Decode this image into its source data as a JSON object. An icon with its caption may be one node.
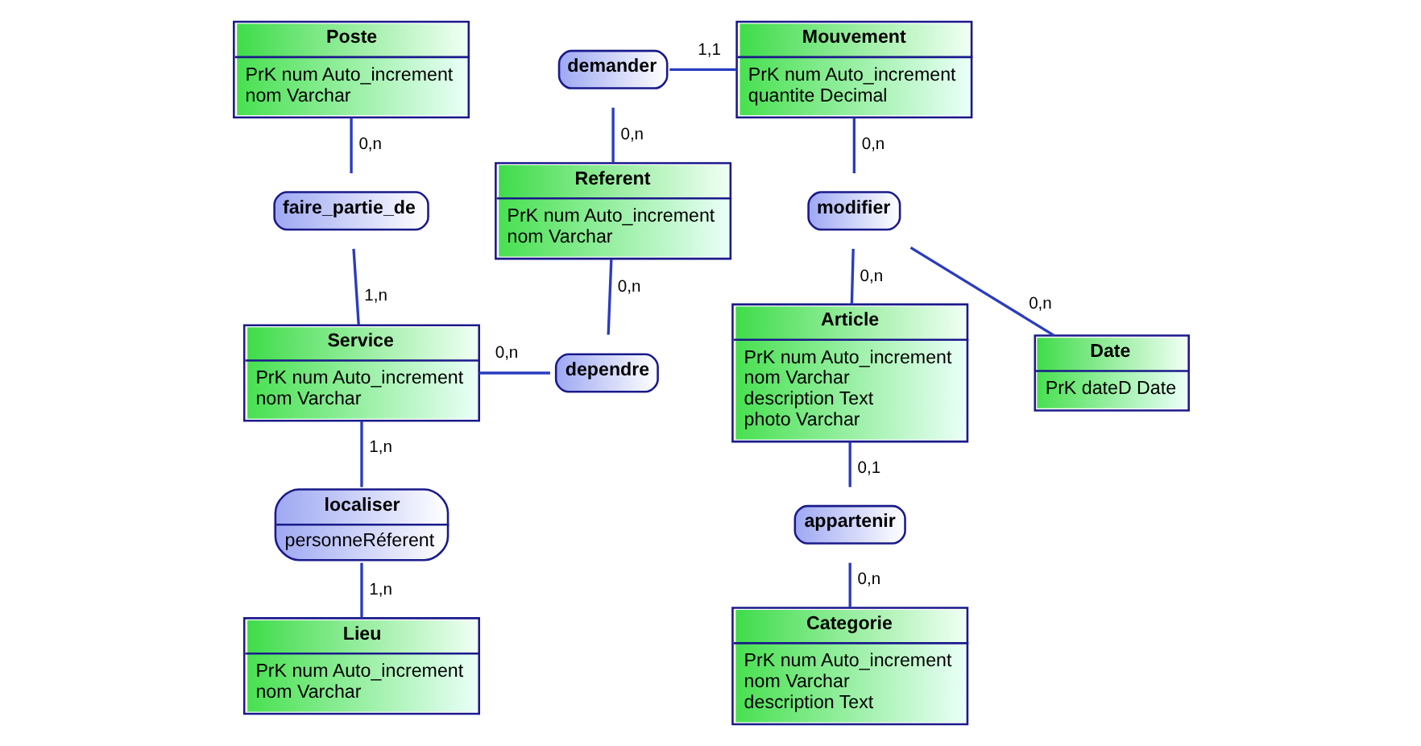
{
  "diagram": {
    "nodes": [
      {
        "text": [
          "Poste",
          "PrK num Auto_increment",
          "nom Varchar"
        ]
      },
      {
        "text": [
          "faire_partie_de"
        ]
      },
      {
        "text": [
          "Service",
          "PrK num Auto_increment",
          "nom Varchar"
        ]
      },
      {
        "text": [
          "localiser",
          "personneRéferent"
        ]
      },
      {
        "text": [
          "Lieu",
          "PrK num Auto_increment",
          "nom Varchar"
        ]
      },
      {
        "text": [
          "demander"
        ]
      },
      {
        "text": [
          "Referent",
          "PrK num Auto_increment",
          "nom Varchar"
        ]
      },
      {
        "text": [
          "dependre"
        ]
      },
      {
        "text": [
          "Mouvement",
          "PrK num Auto_increment",
          "quantite Decimal"
        ]
      },
      {
        "text": [
          "modifier"
        ]
      },
      {
        "text": [
          "Article",
          "PrK num Auto_increment",
          "nom Varchar",
          "description Text",
          "photo Varchar"
        ]
      },
      {
        "text": [
          "appartenir"
        ]
      },
      {
        "text": [
          "Categorie",
          "PrK num Auto_increment",
          "nom Varchar",
          "description Text"
        ]
      },
      {
        "text": [
          "Date",
          "PrK dateD Date"
        ]
      }
    ],
    "edges": [
      {
        "from": 0,
        "to": 1,
        "arrow": "none",
        "label": "0,n"
      },
      {
        "from": 1,
        "to": 2,
        "arrow": "none",
        "label": "1,n"
      },
      {
        "from": 2,
        "to": 3,
        "arrow": "none",
        "label": "1,n"
      },
      {
        "from": 3,
        "to": 4,
        "arrow": "none",
        "label": "1,n"
      },
      {
        "from": 2,
        "to": 7,
        "arrow": "none",
        "label": "0,n"
      },
      {
        "from": 5,
        "to": 6,
        "arrow": "none",
        "label": "0,n"
      },
      {
        "from": 6,
        "to": 7,
        "arrow": "none",
        "label": "0,n"
      },
      {
        "from": 5,
        "to": 8,
        "arrow": "none",
        "label": "1,1"
      },
      {
        "from": 8,
        "to": 9,
        "arrow": "none",
        "label": "0,n"
      },
      {
        "from": 9,
        "to": 10,
        "arrow": "none",
        "label": "0,n"
      },
      {
        "from": 9,
        "to": 13,
        "arrow": "none",
        "label": "0,n"
      },
      {
        "from": 10,
        "to": 11,
        "arrow": "none",
        "label": "0,1"
      },
      {
        "from": 11,
        "to": 12,
        "arrow": "none",
        "label": "0,n"
      }
    ]
  }
}
